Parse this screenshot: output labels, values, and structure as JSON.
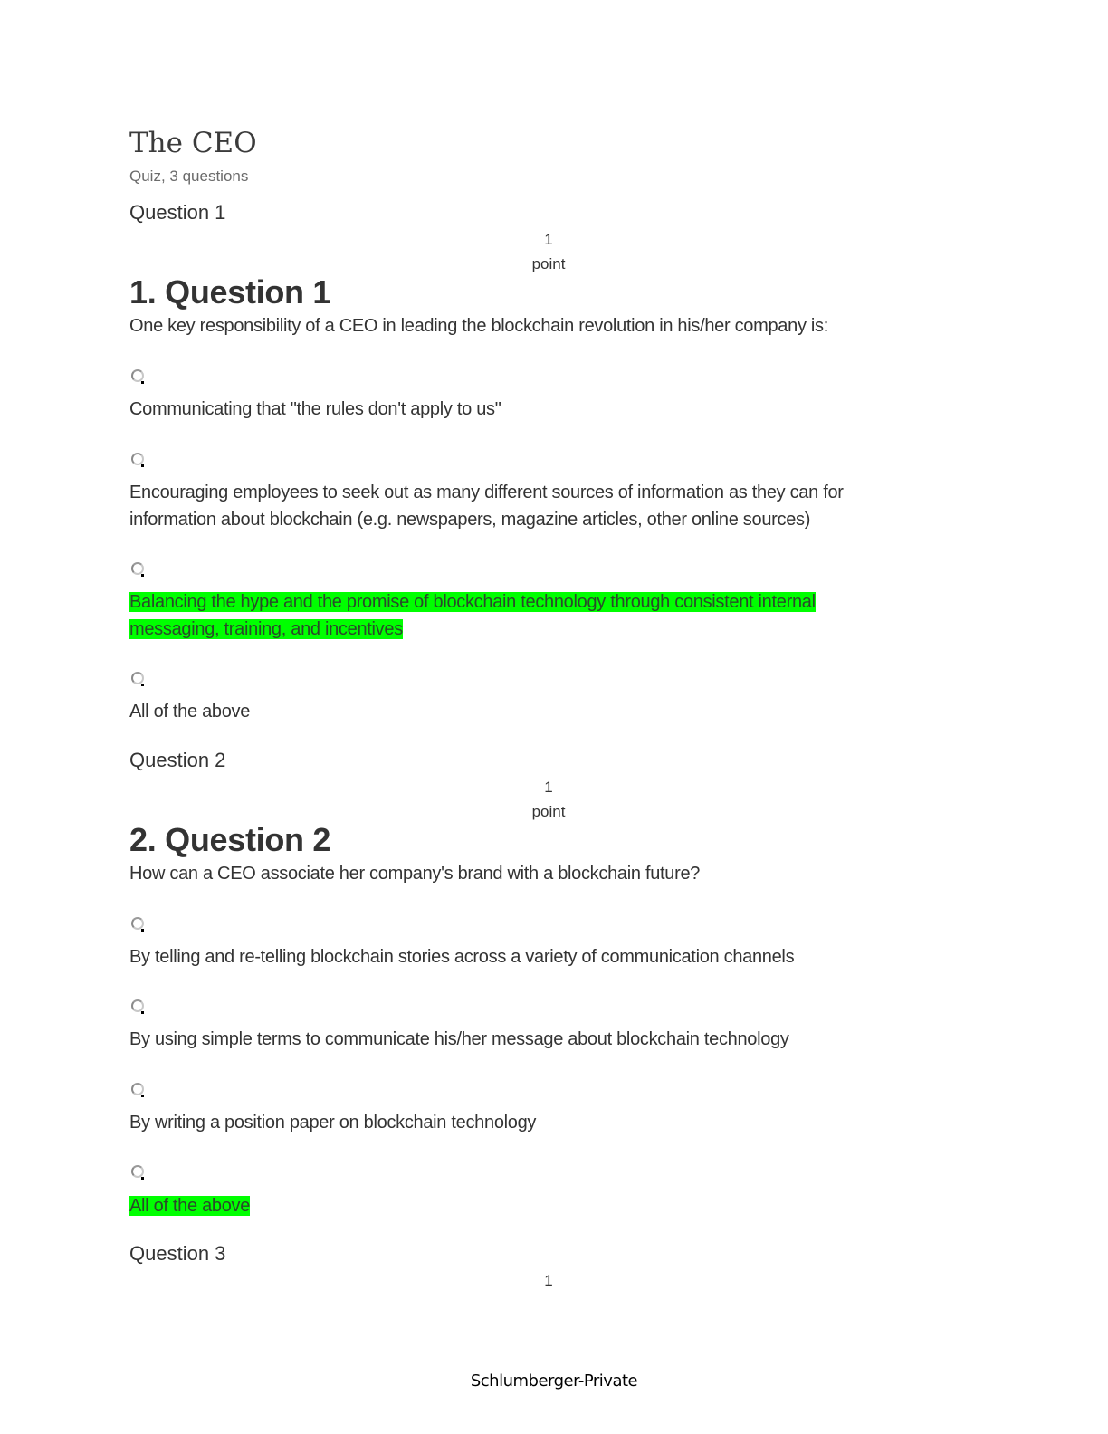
{
  "doc": {
    "title": "The CEO",
    "subtitle": "Quiz, 3 questions",
    "footer": "Schlumberger-Private"
  },
  "colors": {
    "highlight": "#00ff00",
    "text": "#333333"
  },
  "questions": [
    {
      "label": "Question 1",
      "points_value": "1",
      "points_unit": "point",
      "heading": "1. Question 1",
      "prompt": "One key responsibility of a CEO in leading the blockchain revolution in his/her company is:",
      "options": [
        {
          "text": "Communicating that \"the rules don't apply to us\"",
          "highlighted": false
        },
        {
          "text": "Encouraging employees to seek out as many different sources of information as they can for information about blockchain (e.g. newspapers, magazine articles, other online sources)",
          "highlighted": false
        },
        {
          "text_line1": "Balancing the hype and the promise of blockchain technology through consistent internal ",
          "text_line2": "messaging, training, and incentives",
          "highlighted": true
        },
        {
          "text": "All of the above",
          "highlighted": false
        }
      ]
    },
    {
      "label": "Question 2",
      "points_value": "1",
      "points_unit": "point",
      "heading": "2. Question 2",
      "prompt": "How can a CEO associate her company's brand with a blockchain future?",
      "options": [
        {
          "text": "By telling and re-telling blockchain stories across a variety of communication channels",
          "highlighted": false
        },
        {
          "text": "By using simple terms to communicate his/her message about blockchain technology",
          "highlighted": false
        },
        {
          "text": "By writing a position paper on blockchain technology",
          "highlighted": false
        },
        {
          "text": "All of the above",
          "highlighted": true
        }
      ]
    },
    {
      "label": "Question 3",
      "points_value": "1"
    }
  ]
}
